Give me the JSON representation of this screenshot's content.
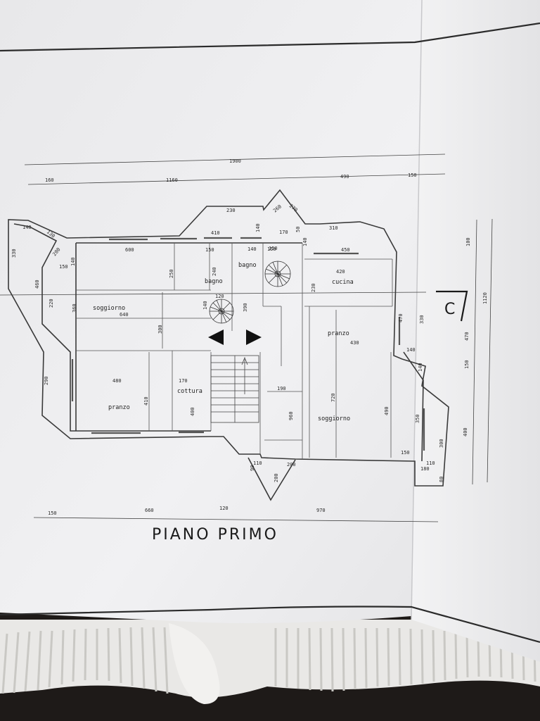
{
  "sheet": {
    "title": "PIANO PRIMO",
    "section_marker": "C"
  },
  "dimensions": {
    "top_total": "1900",
    "top_left": "160",
    "top_mid": "1160",
    "top_right": "490",
    "top_far_right": "150",
    "bottom_left": "150",
    "bottom_mid": "660",
    "bottom_gap": "120",
    "bottom_right": "970",
    "right_total": "1120",
    "right_top": "100",
    "right_470": "470",
    "right_150": "150",
    "right_400": "400",
    "misc": [
      "230",
      "260",
      "270",
      "410",
      "140",
      "170",
      "50",
      "310",
      "150",
      "140",
      "130",
      "140",
      "330",
      "200",
      "150",
      "460",
      "220",
      "360",
      "140",
      "290",
      "600",
      "150",
      "140",
      "150",
      "250",
      "240",
      "120",
      "140",
      "390",
      "640",
      "300",
      "420",
      "450",
      "230",
      "470",
      "330",
      "430",
      "140",
      "140",
      "480",
      "170",
      "410",
      "400",
      "190",
      "960",
      "720",
      "490",
      "350",
      "300",
      "150",
      "180",
      "110",
      "80",
      "90",
      "110",
      "200",
      "200"
    ]
  },
  "rooms": [
    {
      "name": "soggiorno"
    },
    {
      "name": "bagno"
    },
    {
      "name": "bagno"
    },
    {
      "name": "cucina"
    },
    {
      "name": "pranzo"
    },
    {
      "name": "cottura"
    },
    {
      "name": "pranzo"
    },
    {
      "name": "soggiorno"
    }
  ],
  "colors": {
    "paper": "#eeeef0",
    "ink": "#2a2a2a",
    "fabric": "#e9e8e6",
    "background": "#1e1a18"
  }
}
